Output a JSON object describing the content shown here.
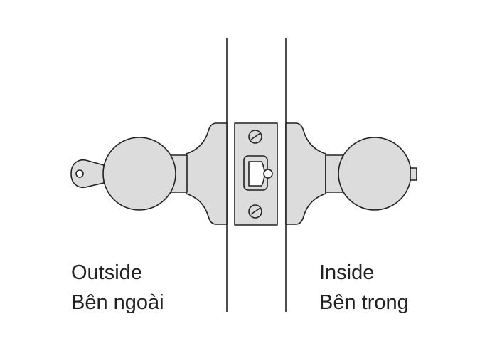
{
  "labels": {
    "outside_en": "Outside",
    "outside_vi": "Bên ngoài",
    "inside_en": "Inside",
    "inside_vi": "Bên trong"
  },
  "colors": {
    "fill": "#dcdcdc",
    "stroke": "#222222",
    "background": "#ffffff"
  }
}
